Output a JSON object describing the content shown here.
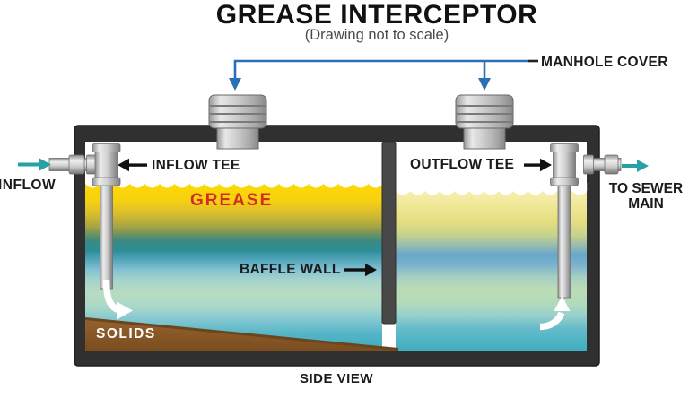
{
  "title": "GREASE INTERCEPTOR",
  "subtitle": "(Drawing not to scale)",
  "labels": {
    "manhole_cover": "MANHOLE COVER",
    "inflow": "INFLOW",
    "inflow_tee": "INFLOW TEE",
    "outflow_tee": "OUTFLOW TEE",
    "to_sewer_line1": "TO SEWER",
    "to_sewer_line2": "MAIN",
    "grease": "GREASE",
    "baffle_wall": "BAFFLE WALL",
    "solids": "SOLIDS",
    "side_view": "SIDE VIEW"
  },
  "colors": {
    "leader_blue": "#2b6fb8",
    "flow_teal": "#26a2a6",
    "grease_red": "#d32b25",
    "grease_yellow": "#ffd904",
    "solids_brown": "#8a5a28",
    "tank_wall": "#303030",
    "baffle_gray": "#484848",
    "label_black": "#1b1b1b"
  }
}
